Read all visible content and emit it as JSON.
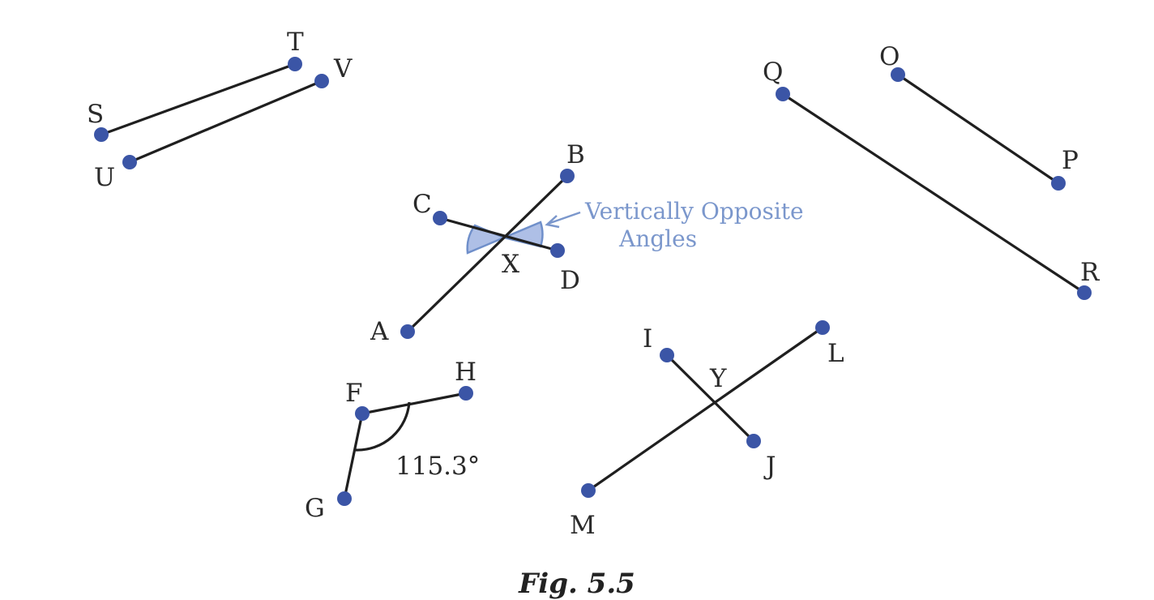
{
  "points": {
    "T": "T",
    "V": "V",
    "S": "S",
    "U": "U",
    "Q": "Q",
    "O": "O",
    "P": "P",
    "R": "R",
    "A": "A",
    "B": "B",
    "C": "C",
    "D": "D",
    "X": "X",
    "F": "F",
    "G": "G",
    "H": "H",
    "I": "I",
    "J": "J",
    "L": "L",
    "M": "M",
    "Y": "Y"
  },
  "annotation": {
    "line1": "Vertically Opposite",
    "line2": "Angles"
  },
  "angle_measure": "115.3°",
  "caption": "Fig. 5.5",
  "colors": {
    "point": "#3b55a6",
    "line": "#1f1f1f",
    "highlight_fill": "#aebfe6",
    "annotation": "#7b97cc"
  }
}
